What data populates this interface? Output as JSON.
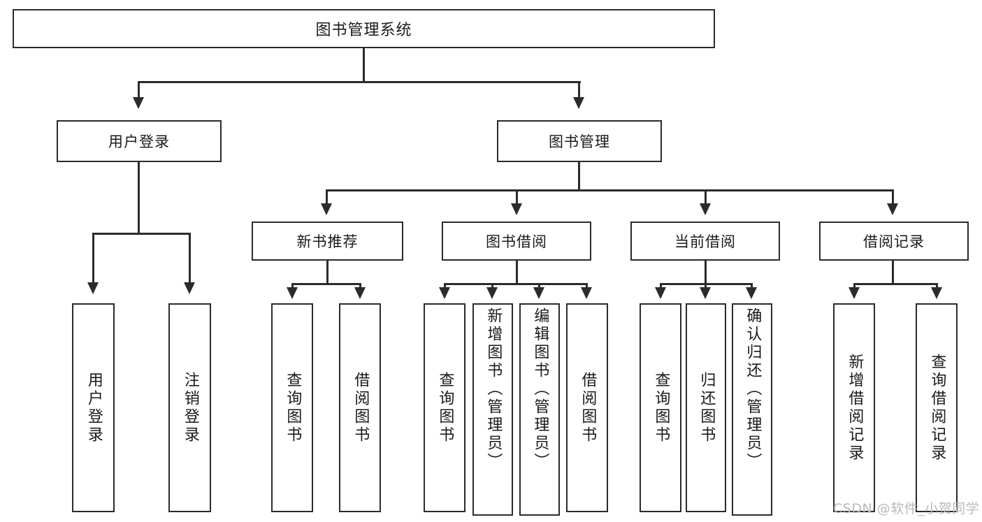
{
  "diagram": {
    "type": "tree-hierarchy",
    "title": "图书管理系统",
    "root": {
      "label": "图书管理系统"
    },
    "level1": [
      {
        "id": "user-login",
        "label": "用户登录"
      },
      {
        "id": "book-manage",
        "label": "图书管理"
      }
    ],
    "level2": [
      {
        "id": "new-book-recommend",
        "label": "新书推荐",
        "parent": "book-manage"
      },
      {
        "id": "book-borrow",
        "label": "图书借阅",
        "parent": "book-manage"
      },
      {
        "id": "current-borrow",
        "label": "当前借阅",
        "parent": "book-manage"
      },
      {
        "id": "borrow-record",
        "label": "借阅记录",
        "parent": "book-manage"
      }
    ],
    "leaves": [
      {
        "id": "leaf-user-login",
        "label": "用户登录",
        "parent": "user-login"
      },
      {
        "id": "leaf-logout",
        "label": "注销登录",
        "parent": "user-login"
      },
      {
        "id": "leaf-query-book-1",
        "label": "查询图书",
        "parent": "new-book-recommend"
      },
      {
        "id": "leaf-borrow-book-1",
        "label": "借阅图书",
        "parent": "new-book-recommend"
      },
      {
        "id": "leaf-query-book-2",
        "label": "查询图书",
        "parent": "book-borrow"
      },
      {
        "id": "leaf-add-book",
        "label": "新增图书（管理员）",
        "parent": "book-borrow"
      },
      {
        "id": "leaf-edit-book",
        "label": "编辑图书（管理员）",
        "parent": "book-borrow"
      },
      {
        "id": "leaf-borrow-book-2",
        "label": "借阅图书",
        "parent": "book-borrow"
      },
      {
        "id": "leaf-query-book-3",
        "label": "查询图书",
        "parent": "current-borrow"
      },
      {
        "id": "leaf-return-book",
        "label": "归还图书",
        "parent": "current-borrow"
      },
      {
        "id": "leaf-confirm-return",
        "label": "确认归还（管理员）",
        "parent": "current-borrow"
      },
      {
        "id": "leaf-add-record",
        "label": "新增借阅记录",
        "parent": "borrow-record"
      },
      {
        "id": "leaf-query-record",
        "label": "查询借阅记录",
        "parent": "borrow-record"
      }
    ],
    "colors": {
      "stroke": "#2b2b2b",
      "fill": "#ffffff",
      "text": "#1a1a1a",
      "watermark": "#b9b9b9"
    }
  },
  "watermark": {
    "text": "CSDN @软件_小贺同学"
  }
}
